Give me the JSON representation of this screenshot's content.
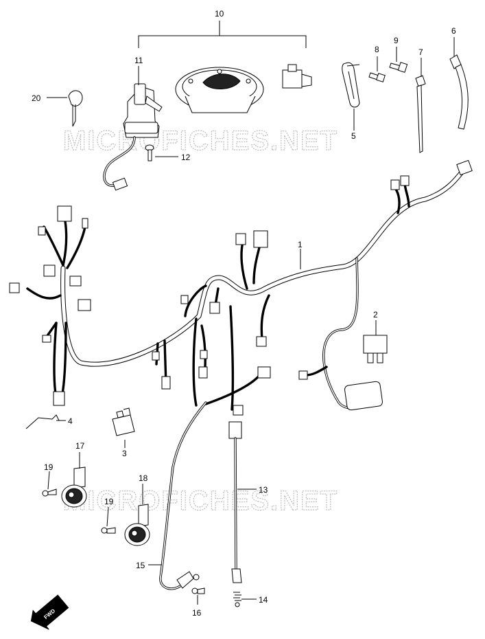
{
  "watermark": {
    "text": "MICROFICHES.NET"
  },
  "callouts": {
    "p1": "1",
    "p2": "2",
    "p3": "3",
    "p4": "4",
    "p5": "5",
    "p6": "6",
    "p7": "7",
    "p8": "8",
    "p9": "9",
    "p10": "10",
    "p11": "11",
    "p12": "12",
    "p13": "13",
    "p14": "14",
    "p15": "15",
    "p16": "16",
    "p17": "17",
    "p18": "18",
    "p19a": "19",
    "p19b": "19",
    "p20": "20"
  },
  "direction": {
    "label": "FWD"
  }
}
